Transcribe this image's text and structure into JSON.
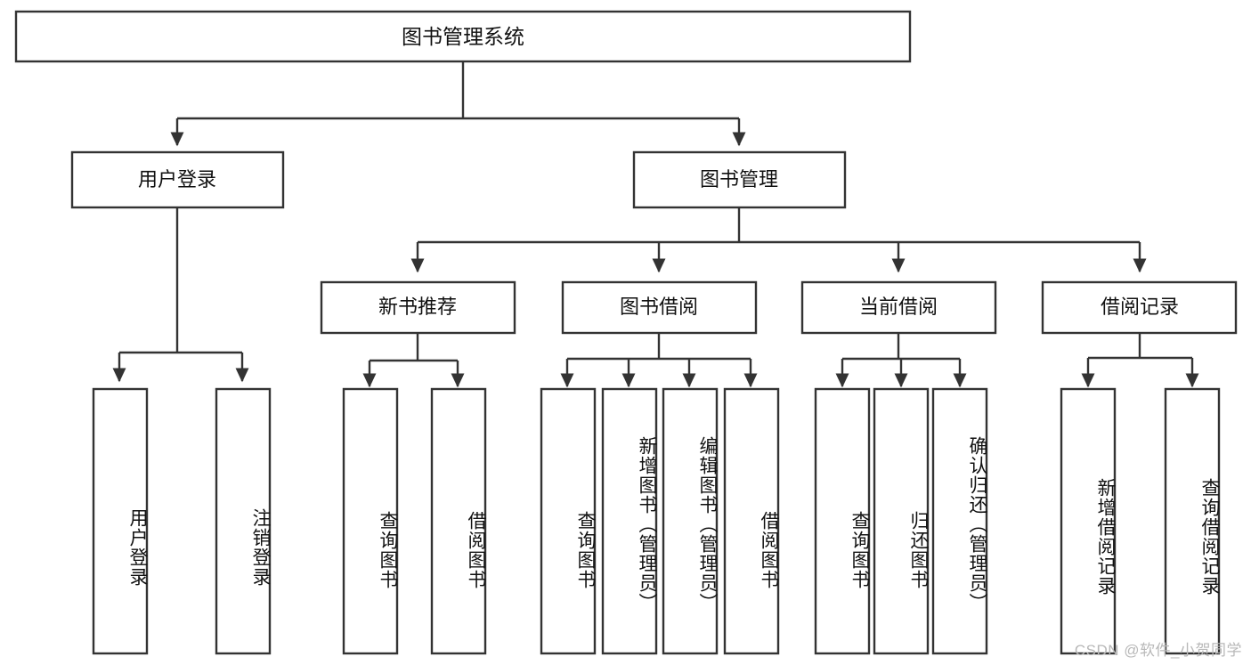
{
  "diagram": {
    "type": "tree-hierarchy",
    "title_text": "图书管理系统",
    "watermark": "CSDN @软件_小贺同学",
    "colors": {
      "box_stroke": "#333333",
      "box_fill": "#ffffff",
      "text": "#111111",
      "watermark": "#b8b8b8",
      "background": "#ffffff"
    },
    "levels": {
      "root": "图书管理系统",
      "level2": [
        "用户登录",
        "图书管理"
      ],
      "level3": [
        "新书推荐",
        "图书借阅",
        "当前借阅",
        "借阅记录"
      ]
    },
    "nodes": {
      "root": {
        "label": "图书管理系统"
      },
      "user_login": {
        "label": "用户登录"
      },
      "book_manage": {
        "label": "图书管理"
      },
      "new_book_rec": {
        "label": "新书推荐"
      },
      "book_borrow": {
        "label": "图书借阅"
      },
      "current_borrow": {
        "label": "当前借阅"
      },
      "borrow_record": {
        "label": "借阅记录"
      }
    },
    "leaves": {
      "user_login": [
        {
          "label": "用户登录"
        },
        {
          "label": "注销登录"
        }
      ],
      "new_book_rec": [
        {
          "label": "查询图书"
        },
        {
          "label": "借阅图书"
        }
      ],
      "book_borrow": [
        {
          "label": "查询图书"
        },
        {
          "label": "新增图书（管理员）"
        },
        {
          "label": "编辑图书（管理员）"
        },
        {
          "label": "借阅图书"
        }
      ],
      "current_borrow": [
        {
          "label": "查询图书"
        },
        {
          "label": "归还图书"
        },
        {
          "label": "确认归还（管理员）"
        }
      ],
      "borrow_record": [
        {
          "label": "新增借阅记录"
        },
        {
          "label": "查询借阅记录"
        }
      ]
    }
  }
}
